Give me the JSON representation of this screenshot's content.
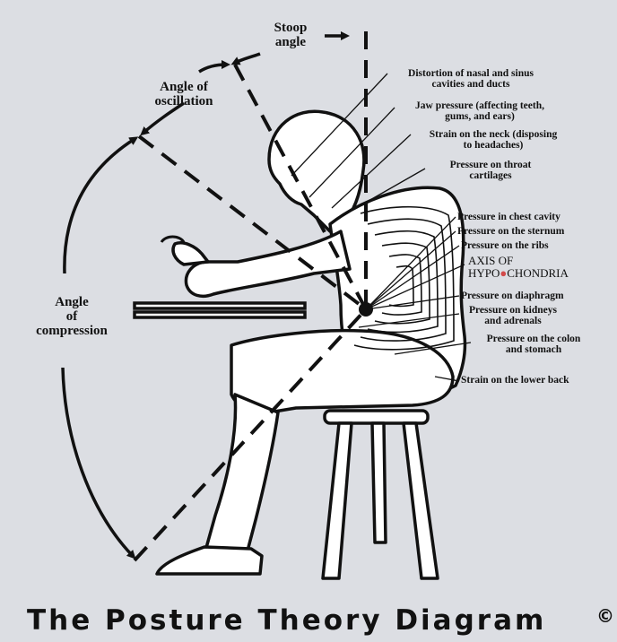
{
  "title": "The Posture Theory Diagram",
  "copyright_symbol": "©",
  "angles": {
    "stoop": [
      "Stoop",
      "angle"
    ],
    "oscillation": [
      "Angle of",
      "oscillation"
    ],
    "compression": [
      "Angle",
      "of",
      "compression"
    ]
  },
  "annotations": [
    [
      "Distortion of nasal and sinus",
      "cavities and ducts"
    ],
    [
      "Jaw pressure (affecting teeth,",
      "gums, and ears)"
    ],
    [
      "Strain on the neck (disposing",
      "to headaches)"
    ],
    [
      "Pressure on throat",
      "cartilages"
    ],
    [
      "Pressure in chest cavity"
    ],
    [
      "Pressure on the sternum"
    ],
    [
      "Pressure on the ribs"
    ],
    [
      "AXIS OF",
      "HYPO",
      "CHONDRIA"
    ],
    [
      "Pressure on diaphragm"
    ],
    [
      "Pressure on kidneys",
      "and adrenals"
    ],
    [
      "Pressure on the colon",
      "and stomach"
    ],
    [
      "Strain on the lower back"
    ]
  ],
  "colors": {
    "background": "#dcdee3",
    "ink": "#111111",
    "axis_dot": "#d24a4a"
  }
}
